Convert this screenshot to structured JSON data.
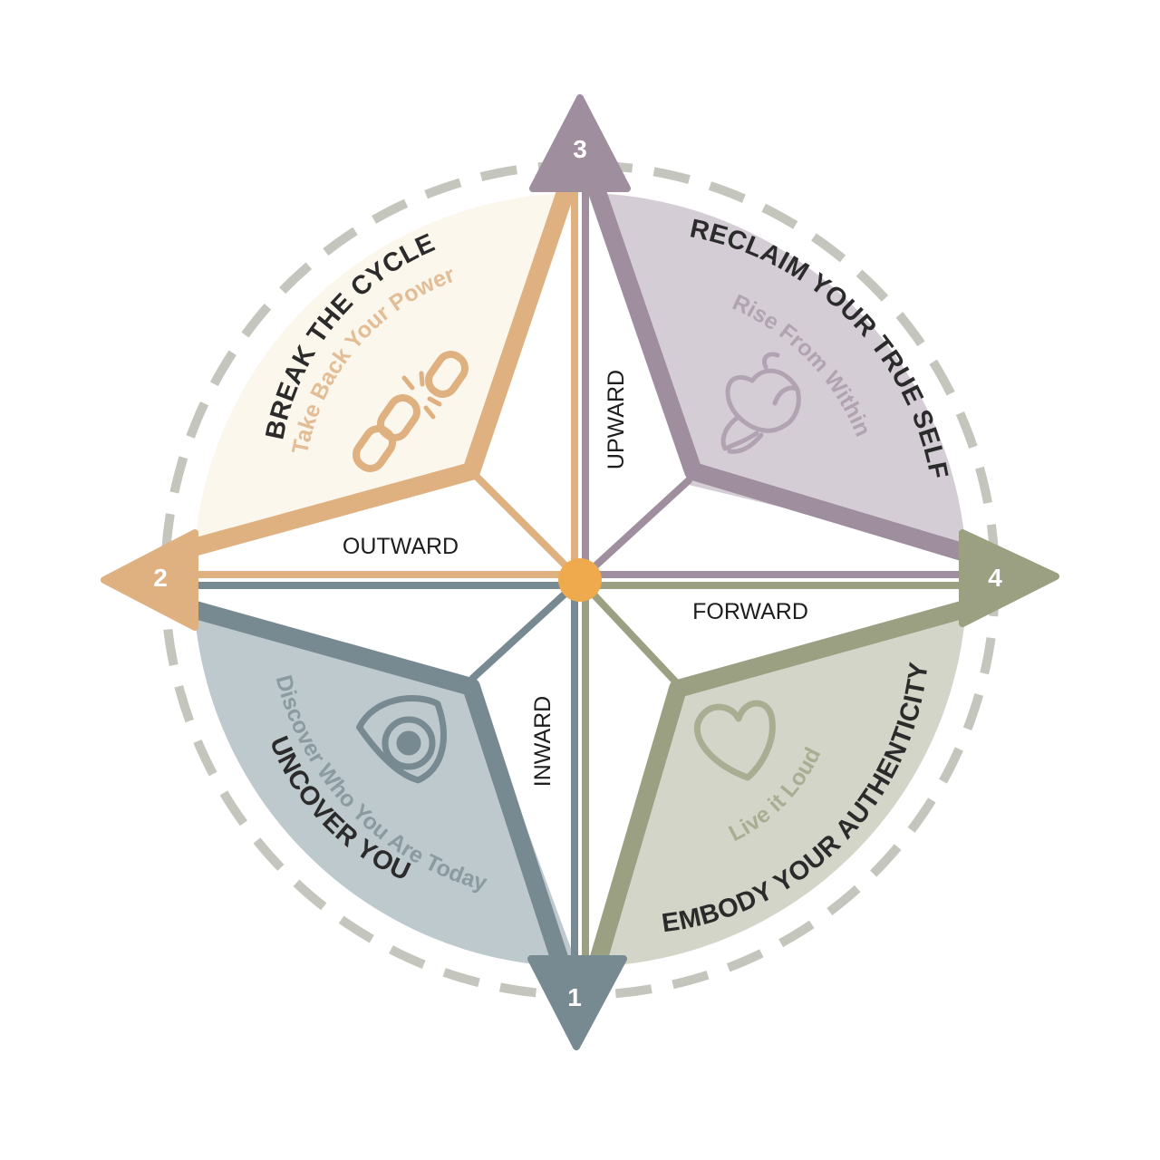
{
  "colors": {
    "orange": "#dfb080",
    "orange_fill": "#fcf7ec",
    "orange_text": "#e2bd96",
    "purple": "#9e8e9e",
    "purple_fill": "#d5cdd5",
    "purple_text": "#b1a3b1",
    "green": "#9aa081",
    "green_fill": "#d3d5c9",
    "green_text": "#a9ae93",
    "slate": "#788a91",
    "slate_fill": "#bdc9cc",
    "slate_text": "#8a9ba1",
    "center": "#f0aa4e",
    "ring": "#c4c6bd"
  },
  "quadrants": {
    "uncover": {
      "number": "1",
      "title": "UNCOVER YOU",
      "subtitle": "Discover Who You Are Today",
      "direction": "INWARD",
      "icon": "eye-icon"
    },
    "break": {
      "number": "2",
      "title": "BREAK THE CYCLE",
      "subtitle": "Take Back Your Power",
      "direction": "OUTWARD",
      "icon": "broken-chain-icon"
    },
    "reclaim": {
      "number": "3",
      "title": "RECLAIM YOUR TRUE SELF",
      "subtitle": "Rise From Within",
      "direction": "UPWARD",
      "icon": "phoenix-icon"
    },
    "embody": {
      "number": "4",
      "title": "EMBODY YOUR AUTHENTICITY",
      "subtitle": "Live it Loud",
      "direction": "FORWARD",
      "icon": "heart-icon"
    }
  }
}
